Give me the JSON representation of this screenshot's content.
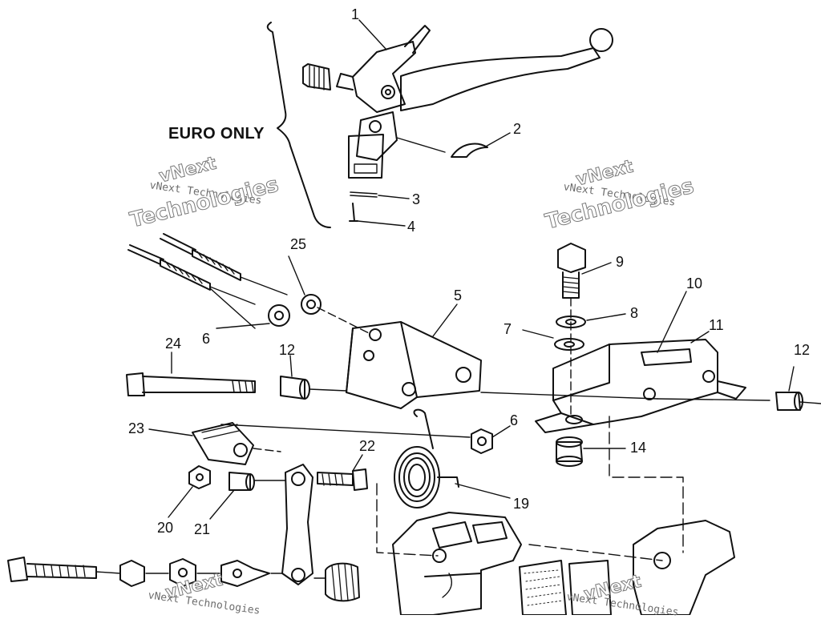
{
  "diagram": {
    "region_label": "EURO ONLY",
    "watermark_company": "vNext Technologies",
    "watermark_brand": "vNext",
    "watermark_word": "Technologies",
    "callouts": [
      "1",
      "2",
      "3",
      "4",
      "5",
      "6",
      "6",
      "7",
      "8",
      "9",
      "10",
      "11",
      "12",
      "12",
      "14",
      "19",
      "20",
      "21",
      "22",
      "23",
      "24",
      "25"
    ]
  }
}
